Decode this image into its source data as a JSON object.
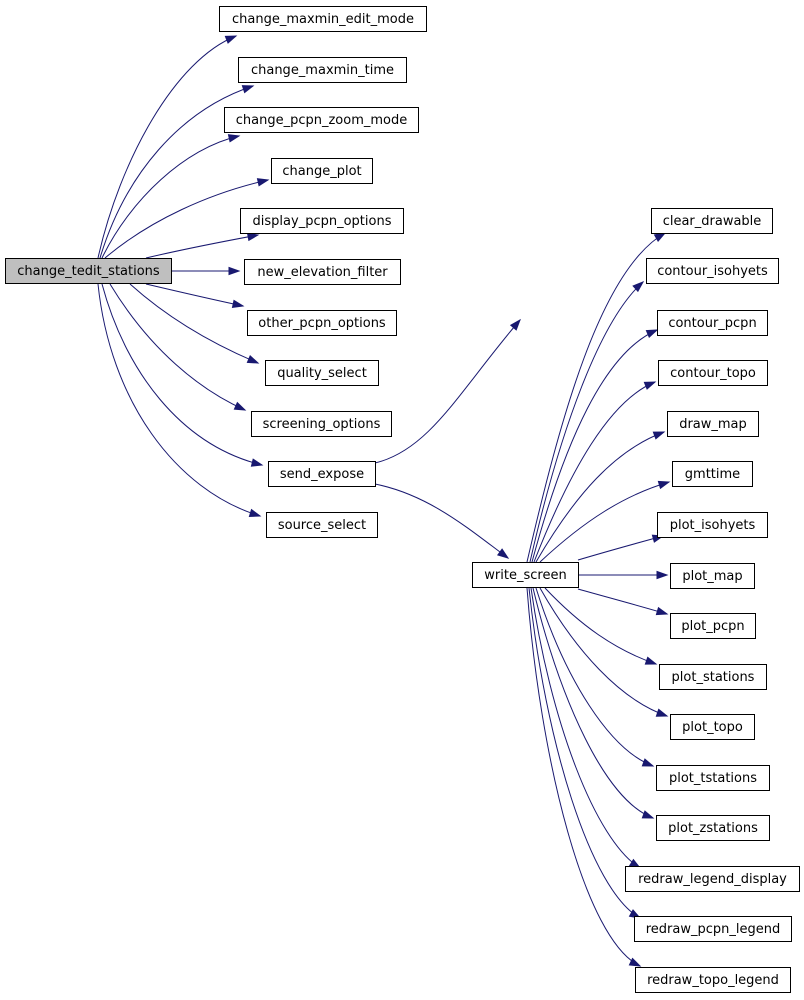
{
  "colors": {
    "edge": "#191970",
    "node_border": "#000000",
    "root_fill": "#bfbfbf",
    "node_fill": "#ffffff"
  },
  "nodes": {
    "change_tedit_stations": "change_tedit_stations",
    "change_maxmin_edit_mode": "change_maxmin_edit_mode",
    "change_maxmin_time": "change_maxmin_time",
    "change_pcpn_zoom_mode": "change_pcpn_zoom_mode",
    "change_plot": "change_plot",
    "display_pcpn_options": "display_pcpn_options",
    "new_elevation_filter": "new_elevation_filter",
    "other_pcpn_options": "other_pcpn_options",
    "quality_select": "quality_select",
    "screening_options": "screening_options",
    "send_expose": "send_expose",
    "source_select": "source_select",
    "write_screen": "write_screen",
    "clear_drawable": "clear_drawable",
    "contour_isohyets": "contour_isohyets",
    "contour_pcpn": "contour_pcpn",
    "contour_topo": "contour_topo",
    "draw_map": "draw_map",
    "gmttime": "gmttime",
    "plot_isohyets": "plot_isohyets",
    "plot_map": "plot_map",
    "plot_pcpn": "plot_pcpn",
    "plot_stations": "plot_stations",
    "plot_topo": "plot_topo",
    "plot_tstations": "plot_tstations",
    "plot_zstations": "plot_zstations",
    "redraw_legend_display": "redraw_legend_display",
    "redraw_pcpn_legend": "redraw_pcpn_legend",
    "redraw_topo_legend": "redraw_topo_legend"
  },
  "edges": [
    [
      "change_tedit_stations",
      "change_maxmin_edit_mode"
    ],
    [
      "change_tedit_stations",
      "change_maxmin_time"
    ],
    [
      "change_tedit_stations",
      "change_pcpn_zoom_mode"
    ],
    [
      "change_tedit_stations",
      "change_plot"
    ],
    [
      "change_tedit_stations",
      "display_pcpn_options"
    ],
    [
      "change_tedit_stations",
      "new_elevation_filter"
    ],
    [
      "change_tedit_stations",
      "other_pcpn_options"
    ],
    [
      "change_tedit_stations",
      "quality_select"
    ],
    [
      "change_tedit_stations",
      "screening_options"
    ],
    [
      "change_tedit_stations",
      "send_expose"
    ],
    [
      "change_tedit_stations",
      "source_select"
    ],
    [
      "send_expose",
      "clear_drawable"
    ],
    [
      "send_expose",
      "write_screen"
    ],
    [
      "write_screen",
      "clear_drawable"
    ],
    [
      "write_screen",
      "contour_isohyets"
    ],
    [
      "write_screen",
      "contour_pcpn"
    ],
    [
      "write_screen",
      "contour_topo"
    ],
    [
      "write_screen",
      "draw_map"
    ],
    [
      "write_screen",
      "gmttime"
    ],
    [
      "write_screen",
      "plot_isohyets"
    ],
    [
      "write_screen",
      "plot_map"
    ],
    [
      "write_screen",
      "plot_pcpn"
    ],
    [
      "write_screen",
      "plot_stations"
    ],
    [
      "write_screen",
      "plot_topo"
    ],
    [
      "write_screen",
      "plot_tstations"
    ],
    [
      "write_screen",
      "plot_zstations"
    ],
    [
      "write_screen",
      "redraw_legend_display"
    ],
    [
      "write_screen",
      "redraw_pcpn_legend"
    ],
    [
      "write_screen",
      "redraw_topo_legend"
    ]
  ]
}
